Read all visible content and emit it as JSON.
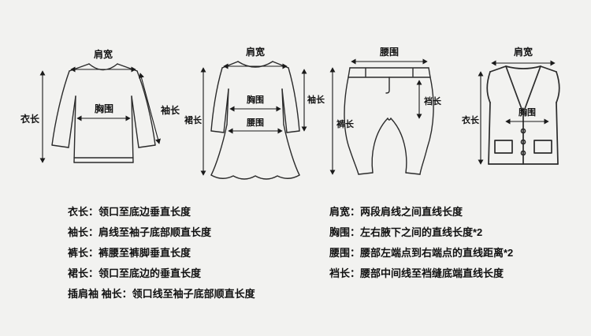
{
  "colors": {
    "background": "#f2f2f0",
    "ink": "#1a1a1a"
  },
  "diagrams": {
    "sweater": {
      "shoulder": "肩宽",
      "chest": "胸围",
      "length": "衣长",
      "sleeve": "袖长"
    },
    "dress": {
      "shoulder": "肩宽",
      "chest": "胸围",
      "waist": "腰围",
      "skirt_length": "裙长",
      "sleeve": "袖长"
    },
    "pants": {
      "waist": "腰围",
      "crotch": "裆长",
      "length": "裤长"
    },
    "vest": {
      "shoulder": "肩宽",
      "chest": "胸围",
      "length": "衣长"
    }
  },
  "definitions": {
    "left": [
      {
        "text": "衣长：领口至底边垂直长度"
      },
      {
        "text": "袖长：肩线至袖子底部顺直长度"
      },
      {
        "text": "裤长：裤腰至裤脚垂直长度"
      },
      {
        "text": "裙长：领口至底边的垂直长度"
      },
      {
        "text": "插肩袖 袖长：领口线至袖子底部顺直长度"
      }
    ],
    "right": [
      {
        "text": "肩宽：两段肩线之间直线长度"
      },
      {
        "text": "胸围：左右腋下之间的直线长度*2"
      },
      {
        "text": "腰围：腰部左端点到右端点的直线距离*2"
      },
      {
        "text": "裆长：腰部中间线至裆缝底端直线长度"
      }
    ]
  }
}
